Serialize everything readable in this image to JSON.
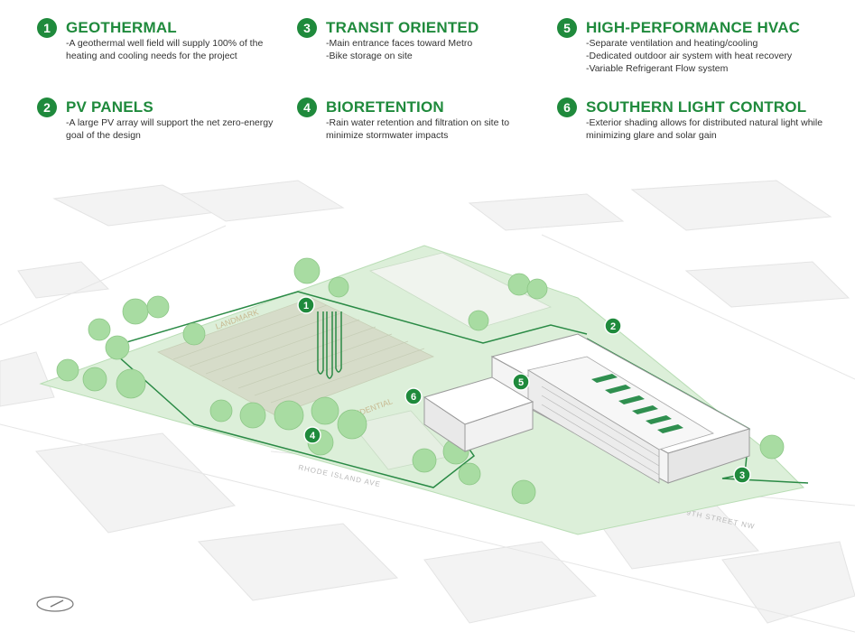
{
  "legend": [
    {
      "num": "1",
      "title": "GEOTHERMAL",
      "lines": [
        "-A geothermal well field will supply 100% of the",
        "heating and cooling needs for the project"
      ]
    },
    {
      "num": "2",
      "title": "PV PANELS",
      "lines": [
        "-A large PV array will support the net  zero-energy",
        "goal of the design"
      ]
    },
    {
      "num": "3",
      "title": "TRANSIT ORIENTED",
      "lines": [
        "-Main entrance faces toward Metro",
        "-Bike storage on site"
      ]
    },
    {
      "num": "4",
      "title": "BIORETENTION",
      "lines": [
        "-Rain water retention and filtration on site to",
        "minimize stormwater impacts"
      ]
    },
    {
      "num": "5",
      "title": "HIGH-PERFORMANCE HVAC",
      "lines": [
        "-Separate ventilation and heating/cooling",
        "-Dedicated outdoor air system with heat recovery",
        "-Variable Refrigerant Flow system"
      ]
    },
    {
      "num": "6",
      "title": "SOUTHERN LIGHT CONTROL",
      "lines": [
        "-Exterior shading allows for distributed natural light while",
        "minimizing glare and solar gain"
      ]
    }
  ],
  "map_markers": [
    "1",
    "2",
    "3",
    "4",
    "5",
    "6"
  ],
  "streets": {
    "a": "RHODE ISLAND AVE",
    "b": "9TH STREET NW",
    "c": "LANDMARK",
    "d": "RESIDENTIAL"
  },
  "colors": {
    "accent": "#1f8a3c",
    "site": "#dcefd9",
    "tree": "#9fd59a"
  }
}
